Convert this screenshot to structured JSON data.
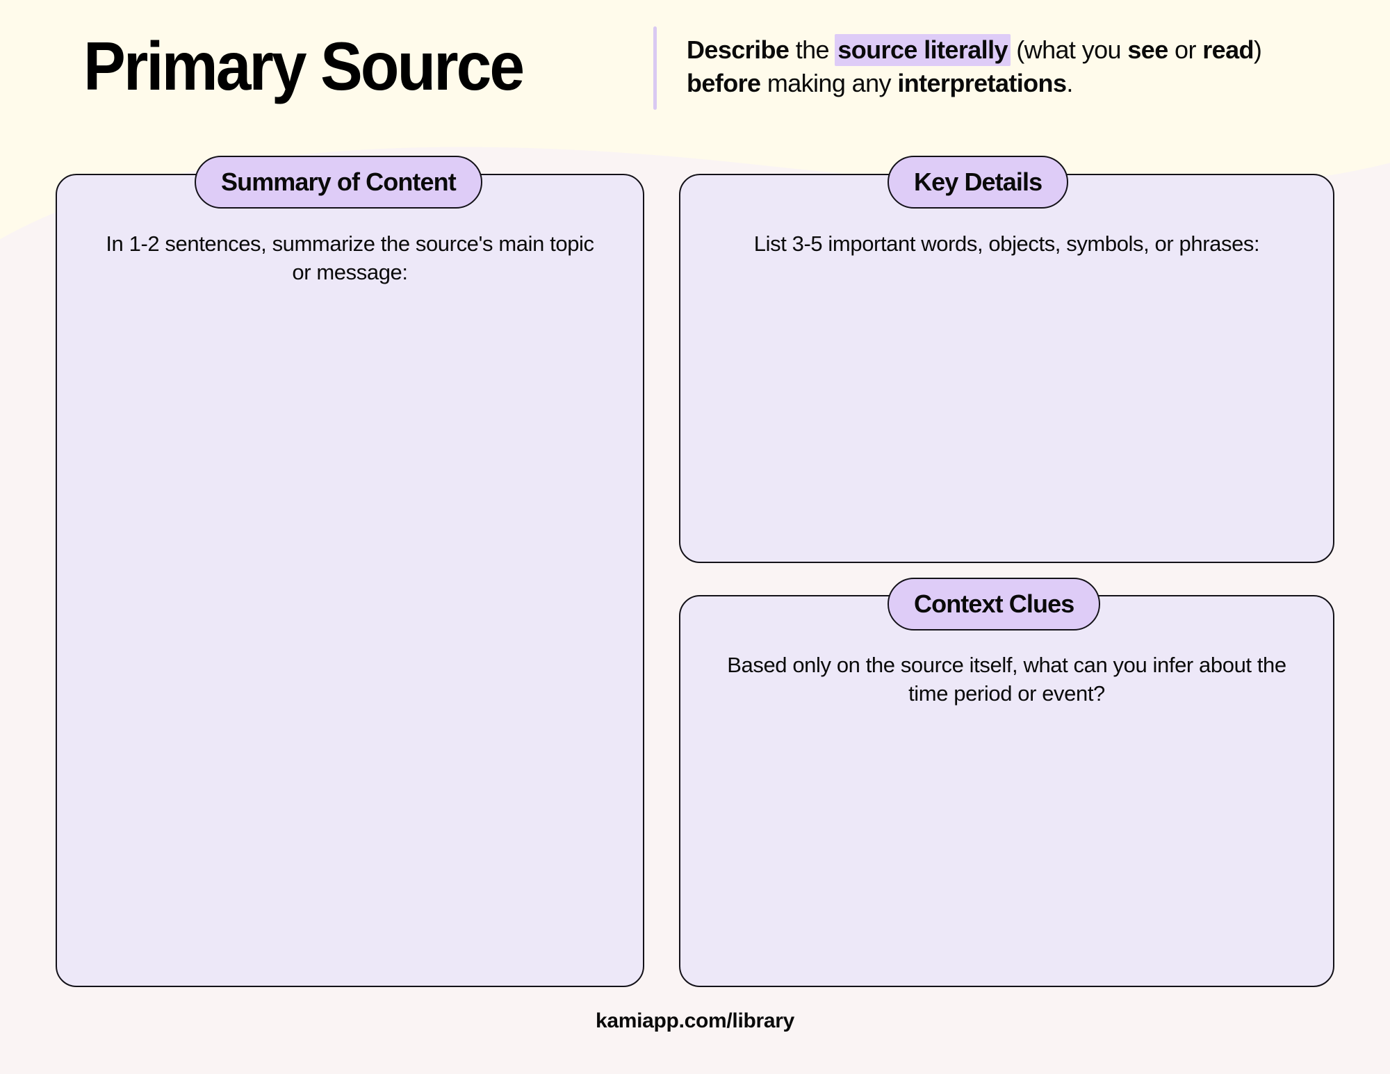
{
  "header": {
    "title": "Primary Source",
    "subtitle_segments": [
      {
        "text": "Describe",
        "style": "bold"
      },
      {
        "text": " the ",
        "style": "normal"
      },
      {
        "text": "source literally",
        "style": "highlight"
      },
      {
        "text": " (what you ",
        "style": "normal"
      },
      {
        "text": "see",
        "style": "bold"
      },
      {
        "text": " or ",
        "style": "normal"
      },
      {
        "text": "read",
        "style": "bold"
      },
      {
        "text": ") ",
        "style": "normal"
      },
      {
        "text": "before",
        "style": "bold"
      },
      {
        "text": " making any ",
        "style": "normal"
      },
      {
        "text": "interpretations",
        "style": "bold"
      },
      {
        "text": ".",
        "style": "normal"
      }
    ],
    "subtitle_plain": "Describe the source literally (what you see or read) before making any interpretations."
  },
  "cards": [
    {
      "id": "summary",
      "title": "Summary of Content",
      "prompt": "In 1-2 sentences, summarize the source's main topic or message:",
      "response": ""
    },
    {
      "id": "key-details",
      "title": "Key Details",
      "prompt": "List 3-5 important words, objects, symbols, or phrases:",
      "response": ""
    },
    {
      "id": "context-clues",
      "title": "Context Clues",
      "prompt": "Based only on the source itself, what can you infer about the time period or event?",
      "response": ""
    }
  ],
  "footer": {
    "url": "kamiapp.com/library"
  },
  "colors": {
    "page_background": "#FFFBEB",
    "card_fill": "#EDE8F8",
    "pill_fill": "#DECCF7",
    "highlight": "#DECCF7",
    "border": "#131118",
    "divider": "#D9C9F2",
    "text": "#0A0A0A",
    "blob": "#FAF4F4"
  }
}
